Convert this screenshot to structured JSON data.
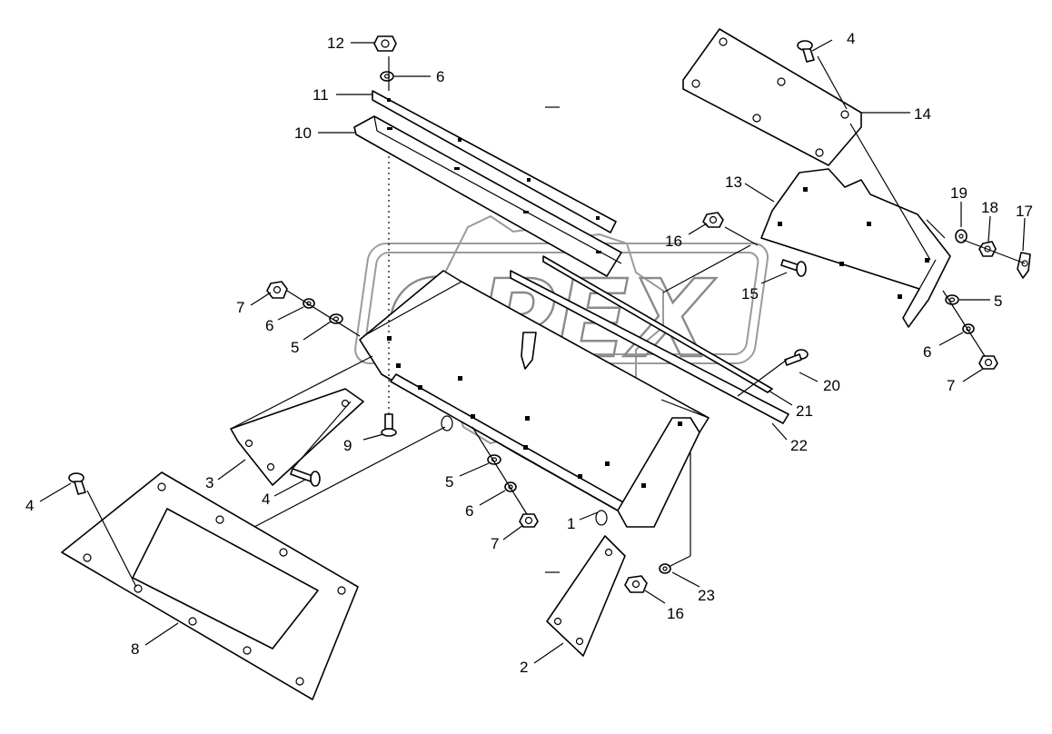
{
  "watermark": {
    "text": "OPEX",
    "color": "#9a9a9a"
  },
  "callouts": [
    {
      "id": "c1",
      "label": "1"
    },
    {
      "id": "c2",
      "label": "2"
    },
    {
      "id": "c3",
      "label": "3"
    },
    {
      "id": "c4a",
      "label": "4"
    },
    {
      "id": "c4b",
      "label": "4"
    },
    {
      "id": "c4c",
      "label": "4"
    },
    {
      "id": "c5a",
      "label": "5"
    },
    {
      "id": "c5b",
      "label": "5"
    },
    {
      "id": "c5c",
      "label": "5"
    },
    {
      "id": "c6a",
      "label": "6"
    },
    {
      "id": "c6b",
      "label": "6"
    },
    {
      "id": "c6c",
      "label": "6"
    },
    {
      "id": "c6d",
      "label": "6"
    },
    {
      "id": "c7a",
      "label": "7"
    },
    {
      "id": "c7b",
      "label": "7"
    },
    {
      "id": "c7c",
      "label": "7"
    },
    {
      "id": "c8",
      "label": "8"
    },
    {
      "id": "c9",
      "label": "9"
    },
    {
      "id": "c10",
      "label": "10"
    },
    {
      "id": "c11",
      "label": "11"
    },
    {
      "id": "c12",
      "label": "12"
    },
    {
      "id": "c13",
      "label": "13"
    },
    {
      "id": "c14",
      "label": "14"
    },
    {
      "id": "c15",
      "label": "15"
    },
    {
      "id": "c16a",
      "label": "16"
    },
    {
      "id": "c16b",
      "label": "16"
    },
    {
      "id": "c17",
      "label": "17"
    },
    {
      "id": "c18",
      "label": "18"
    },
    {
      "id": "c19",
      "label": "19"
    },
    {
      "id": "c20",
      "label": "20"
    },
    {
      "id": "c21",
      "label": "21"
    },
    {
      "id": "c22",
      "label": "22"
    },
    {
      "id": "c23",
      "label": "23"
    }
  ]
}
